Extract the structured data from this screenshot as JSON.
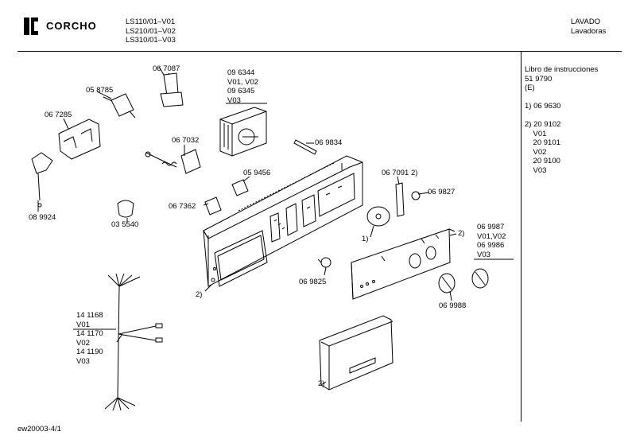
{
  "header": {
    "brand": "CORCHO",
    "models": [
      "LS110/01–V01",
      "LS210/01–V02",
      "LS310/01–V03"
    ],
    "category": [
      "LAVADO",
      "Lavadoras"
    ]
  },
  "sidebar": {
    "lines": [
      "Libro de instrucciones",
      "51 9790",
      "(E)",
      "",
      "1) 06 9630",
      "",
      "2) 20 9102",
      "    V01",
      "    20 9101",
      "    V02",
      "    20 9100",
      "    V03"
    ]
  },
  "parts": {
    "p058785": "05 8785",
    "p067087": "06 7087",
    "p067285": "06 7285",
    "p096344_block": [
      "09 6344",
      "V01, V02",
      "09 6345",
      "V03"
    ],
    "p067032": "06 7032",
    "p069834": "06 9834",
    "p059456": "05 9456",
    "p067091": "06 7091 2)",
    "p069827": "06 9827",
    "p089924": "08 9924",
    "p035540": "03 5540",
    "p067362": "06 7362",
    "p069825": "06 9825",
    "p069987_block": [
      "06 9987",
      "V01,V02",
      "06 9986",
      "V03"
    ],
    "p069988": "06 9988",
    "p141168_block": [
      "14 1168",
      "V01",
      "14 1170",
      "V02",
      "14 1190",
      "V03"
    ],
    "note1": "1)",
    "note2a": "2)",
    "note2b": "2)",
    "note2c": "2)"
  },
  "footer": {
    "code": "ew20003-4/1"
  }
}
